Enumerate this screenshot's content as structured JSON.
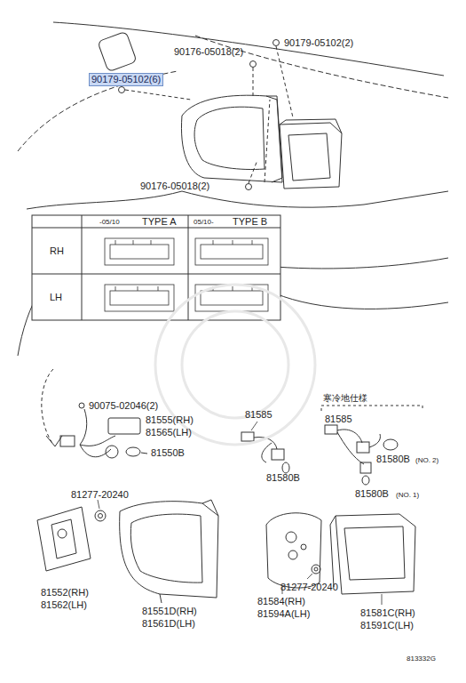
{
  "diagram": {
    "labels": [
      "90179-05102(6)",
      "90176-05018(2)",
      "90179-05102(2)",
      "90176-05018(2)",
      "-05/10",
      "TYPE A",
      "05/10-",
      "TYPE B",
      "RH",
      "LH",
      "90075-02046(2)",
      "81555(RH)",
      "81565(LH)",
      "81550B",
      "81585",
      "81580B",
      "寒冷地仕様",
      "81585",
      "81580B",
      "(NO. 2)",
      "81580B",
      "(NO. 1)",
      "81277-20240",
      "81552(RH)",
      "81562(LH)",
      "81551D(RH)",
      "81561D(LH)",
      "81584(RH)",
      "81594A(LH)",
      "81277-20240",
      "81581C(RH)",
      "81591C(LH)",
      "813332G"
    ]
  }
}
